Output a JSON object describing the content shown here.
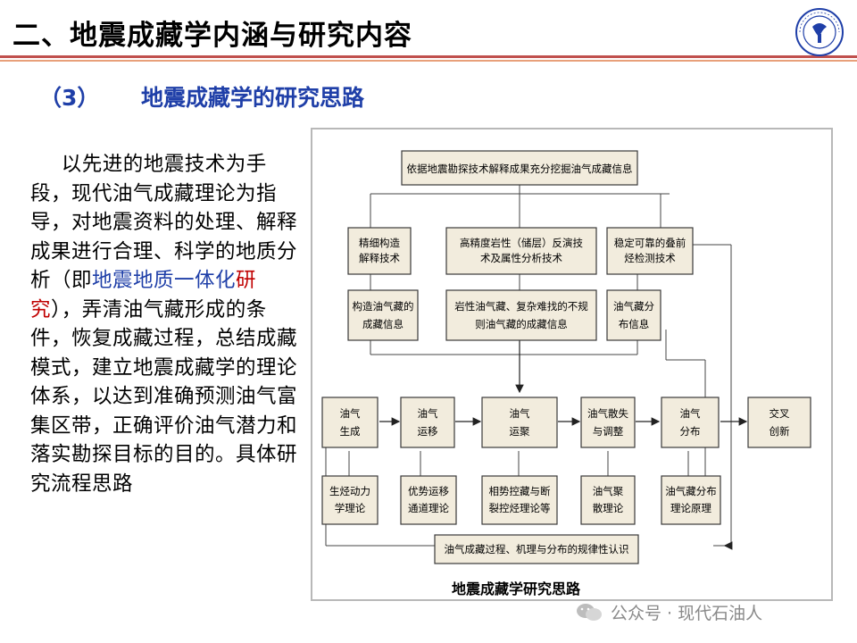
{
  "header": {
    "title": "二、地震成藏学内涵与研究内容",
    "subtitle_num": "（3）",
    "subtitle_text": "地震成藏学的研究思路"
  },
  "body": {
    "p1": "以先进的地震技术为手段，现代油气成藏理论为指导，对地震资料的处理、解释成果进行合理、科学的地质分析（即",
    "highlight": "地震地质一体化",
    "red": "研究",
    "p2": "），弄清油气藏形成的条件，恢复成藏过程，总结成藏模式，建立地震成藏学的理论体系，以达到准确预测油气富集区带，正确评价油气潜力和落实勘探目标的目的。具体研究流程思路"
  },
  "diagram": {
    "top": "依据地震勘探技术解释成果充分挖掘油气成藏信息",
    "row2": [
      [
        "精细构造",
        "解释技术"
      ],
      [
        "高精度岩性（储层）反演技",
        "术及属性分析技术"
      ],
      [
        "稳定可靠的叠前",
        "烃检测技术"
      ]
    ],
    "row3": [
      [
        "构造油气藏的",
        "成藏信息"
      ],
      [
        "岩性油气藏、复杂难找的不规",
        "则油气藏的成藏信息"
      ],
      [
        "油气藏分",
        "布信息"
      ]
    ],
    "row4": [
      [
        "油气",
        "生成"
      ],
      [
        "油气",
        "运移"
      ],
      [
        "油气",
        "运聚"
      ],
      [
        "油气散失",
        "与调整"
      ],
      [
        "油气",
        "分布"
      ],
      [
        "交叉",
        "创新"
      ]
    ],
    "row5": [
      [
        "生烃动力",
        "学理论"
      ],
      [
        "优势运移",
        "通道理论"
      ],
      [
        "相势控藏与断",
        "裂控烃理论等"
      ],
      [
        "油气聚",
        "散理论"
      ],
      [
        "油气藏分布",
        "理论原理"
      ]
    ],
    "bottom": "油气成藏过程、机理与分布的规律性认识",
    "caption": "地震成藏学研究思路"
  },
  "watermark": "公众号 · 现代石油人",
  "colors": {
    "title_rule": "#c0504d",
    "subtitle": "#1f3fa8",
    "box_fill": "#f2ecdd",
    "highlight_red": "#c00000"
  }
}
